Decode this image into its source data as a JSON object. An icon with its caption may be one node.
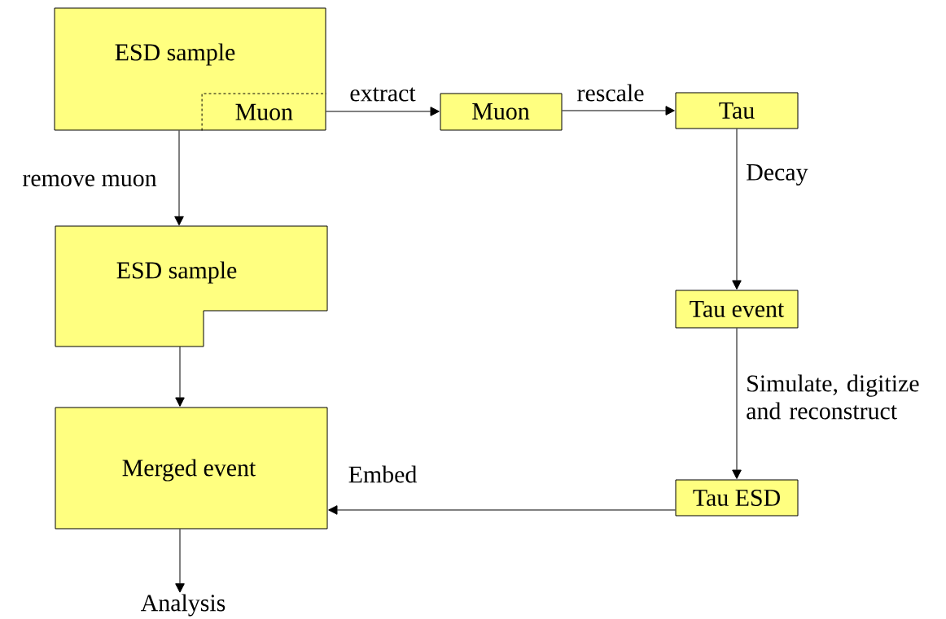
{
  "diagram": {
    "nodes": [
      {
        "text": [
          "ESD sample"
        ]
      },
      {
        "text": [
          "Muon"
        ],
        "in": 0
      },
      {
        "text": [
          "Muon"
        ]
      },
      {
        "text": [
          "Tau"
        ]
      },
      {
        "text": [
          "ESD sample"
        ]
      },
      {
        "text": [
          "Tau event"
        ]
      },
      {
        "text": [
          "Merged event"
        ]
      },
      {
        "text": [
          "Tau ESD"
        ]
      },
      {
        "text": [
          "Analysis"
        ]
      }
    ],
    "edges": [
      {
        "from": 1,
        "to": 2,
        "arrow": "to",
        "label": "extract"
      },
      {
        "from": 2,
        "to": 3,
        "arrow": "to",
        "label": "rescale"
      },
      {
        "from": 0,
        "to": 4,
        "arrow": "to",
        "label": "remove muon"
      },
      {
        "from": 3,
        "to": 5,
        "arrow": "to",
        "label": "Decay"
      },
      {
        "from": 4,
        "to": 6,
        "arrow": "to"
      },
      {
        "from": 5,
        "to": 7,
        "arrow": "to",
        "label": "Simulate, digitize and reconstruct"
      },
      {
        "from": 7,
        "to": 6,
        "arrow": "to",
        "label": "Embed"
      },
      {
        "from": 6,
        "to": 8,
        "arrow": "to"
      }
    ]
  }
}
